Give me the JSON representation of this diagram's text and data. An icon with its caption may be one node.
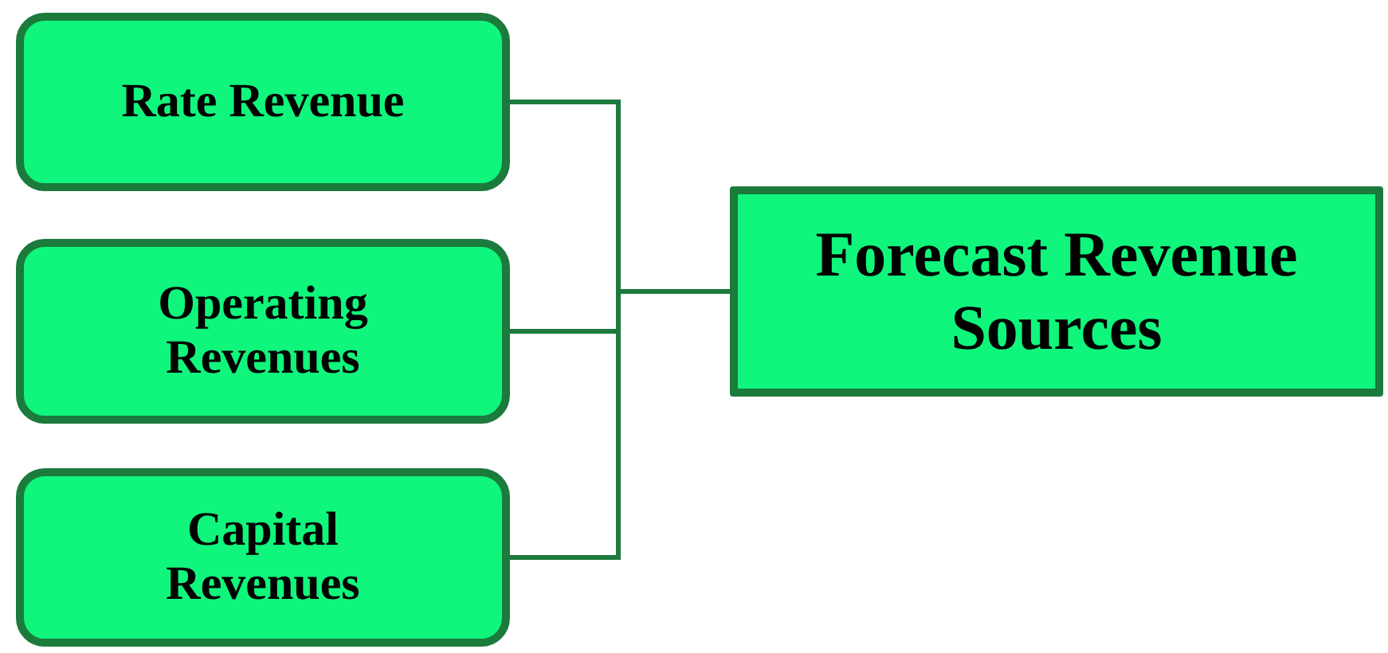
{
  "diagram": {
    "nodes": [
      {
        "text": [
          "Rate Revenue"
        ]
      },
      {
        "text": [
          "Operating Revenues"
        ]
      },
      {
        "text": [
          "Capital Revenues"
        ]
      },
      {
        "text": [
          "Forecast Revenue Sources"
        ]
      }
    ],
    "edges": [
      {
        "from": 0,
        "to": 3,
        "arrow": "none"
      },
      {
        "from": 1,
        "to": 3,
        "arrow": "none"
      },
      {
        "from": 2,
        "to": 3,
        "arrow": "none"
      }
    ]
  }
}
